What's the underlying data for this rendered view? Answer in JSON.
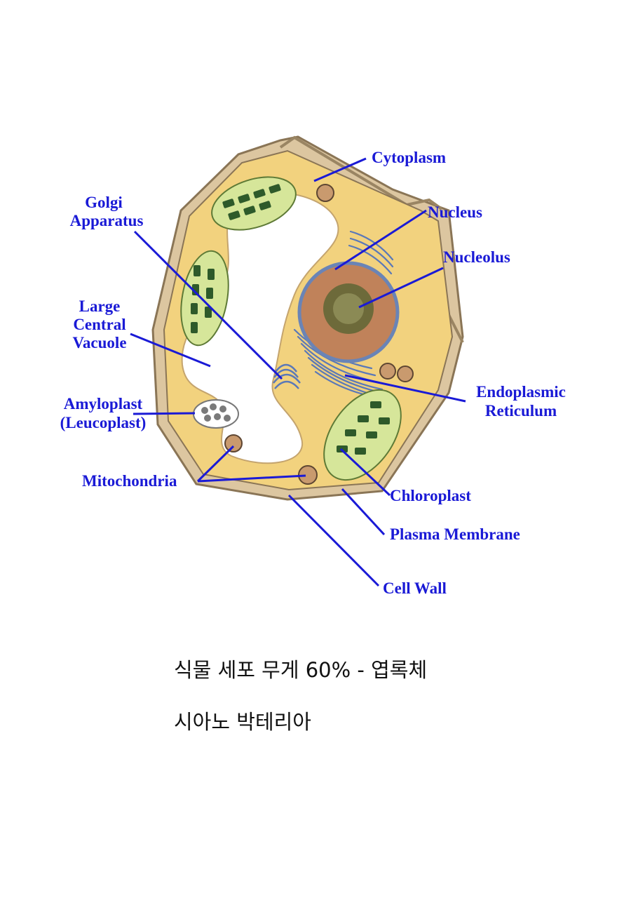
{
  "diagram": {
    "labels": {
      "cytoplasm": "Cytoplasm",
      "golgi_line1": "Golgi",
      "golgi_line2": "Apparatus",
      "nucleus": "Nucleus",
      "nucleolus": "Nucleolus",
      "vacuole_line1": "Large",
      "vacuole_line2": "Central",
      "vacuole_line3": "Vacuole",
      "er_line1": "Endoplasmic",
      "er_line2": "Reticulum",
      "amyloplast_line1": "Amyloplast",
      "amyloplast_line2": "(Leucoplast)",
      "mitochondria": "Mitochondria",
      "chloroplast": "Chloroplast",
      "plasma_membrane": "Plasma Membrane",
      "cell_wall": "Cell Wall"
    },
    "colors": {
      "label": "#1a1ad6",
      "leader_line": "#1a1ad6",
      "cytoplasm": "#f2d27e",
      "cell_wall": "#d9c49a",
      "chloroplast": "#d6e69a",
      "thylakoid": "#2e5a2a",
      "nucleus": "#c0825a",
      "nucleolus": "#6d6a3a",
      "er": "#5a78b8",
      "vacuole": "#ffffff"
    }
  },
  "captions": {
    "line1": "식물 세포 무게 60% -  엽록체",
    "line2": "시아노 박테리아"
  }
}
